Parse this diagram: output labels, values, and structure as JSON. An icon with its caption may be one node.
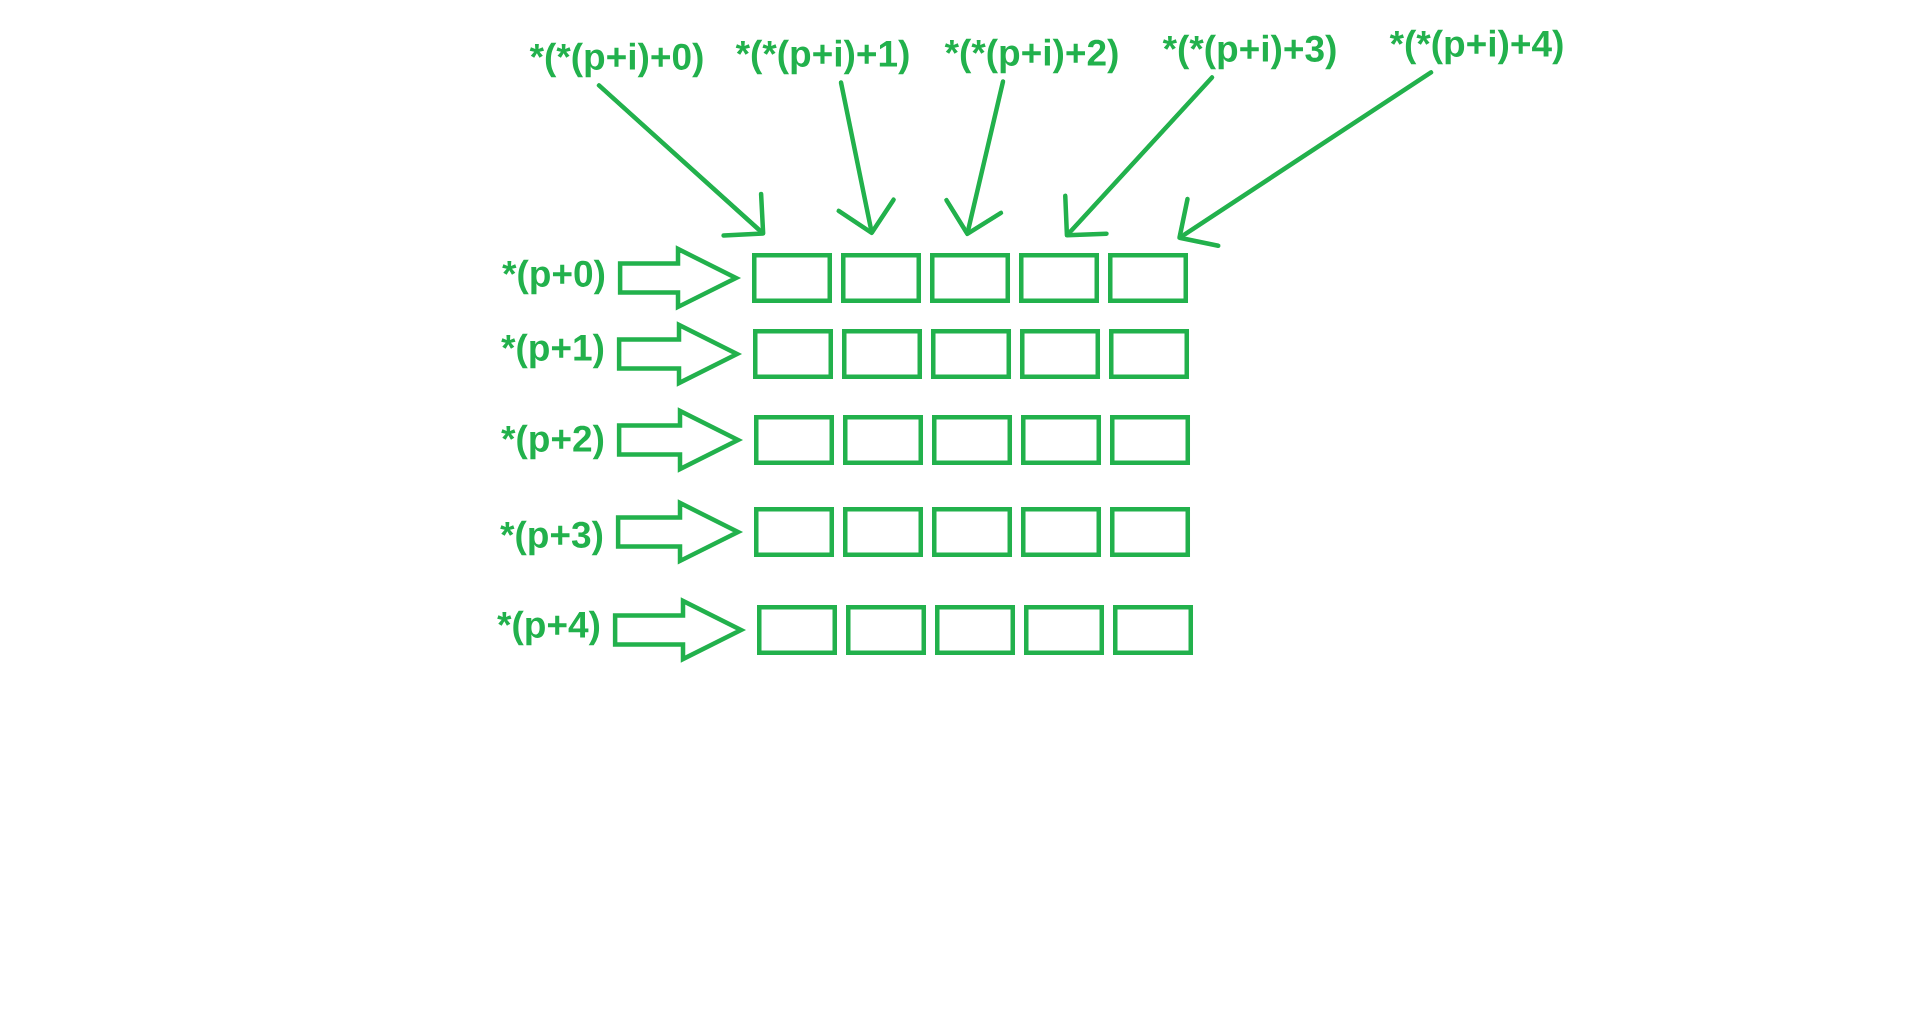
{
  "diagram": {
    "nodes": [
      {
        "text": [
          "*(*(p+i)+0)"
        ]
      },
      {
        "text": [
          "*(*(p+i)+1)"
        ]
      },
      {
        "text": [
          "*(*(p+i)+2)"
        ]
      },
      {
        "text": [
          "*(*(p+i)+3)"
        ]
      },
      {
        "text": [
          "*(*(p+i)+4)"
        ]
      },
      {
        "text": [
          "*(p+0)"
        ]
      },
      {
        "text": [
          "*(p+1)"
        ]
      },
      {
        "text": [
          "*(p+2)"
        ]
      },
      {
        "text": [
          "*(p+3)"
        ]
      },
      {
        "text": [
          "*(p+4)"
        ]
      },
      {
        "text": [],
        "shape": "box"
      },
      {
        "text": [],
        "shape": "box"
      },
      {
        "text": [],
        "shape": "box"
      },
      {
        "text": [],
        "shape": "box"
      },
      {
        "text": [],
        "shape": "box"
      },
      {
        "text": [],
        "shape": "box"
      },
      {
        "text": [],
        "shape": "box"
      },
      {
        "text": [],
        "shape": "box"
      },
      {
        "text": [],
        "shape": "box"
      },
      {
        "text": [],
        "shape": "box"
      },
      {
        "text": [],
        "shape": "box"
      },
      {
        "text": [],
        "shape": "box"
      },
      {
        "text": [],
        "shape": "box"
      },
      {
        "text": [],
        "shape": "box"
      },
      {
        "text": [],
        "shape": "box"
      },
      {
        "text": [],
        "shape": "box"
      },
      {
        "text": [],
        "shape": "box"
      },
      {
        "text": [],
        "shape": "box"
      },
      {
        "text": [],
        "shape": "box"
      },
      {
        "text": [],
        "shape": "box"
      },
      {
        "text": [],
        "shape": "box"
      },
      {
        "text": [],
        "shape": "box"
      },
      {
        "text": [],
        "shape": "box"
      },
      {
        "text": [],
        "shape": "box"
      },
      {
        "text": [],
        "shape": "box"
      }
    ],
    "edges": [
      {
        "from": 0,
        "to": 10,
        "arrow": "to"
      },
      {
        "from": 1,
        "to": 11,
        "arrow": "to"
      },
      {
        "from": 2,
        "to": 12,
        "arrow": "to"
      },
      {
        "from": 3,
        "to": 13,
        "arrow": "to"
      },
      {
        "from": 4,
        "to": 14,
        "arrow": "to"
      },
      {
        "from": 5,
        "to": 10,
        "arrow": "to",
        "style": "thick"
      },
      {
        "from": 6,
        "to": 15,
        "arrow": "to",
        "style": "thick"
      },
      {
        "from": 7,
        "to": 20,
        "arrow": "to",
        "style": "thick"
      },
      {
        "from": 8,
        "to": 25,
        "arrow": "to",
        "style": "thick"
      },
      {
        "from": 9,
        "to": 30,
        "arrow": "to",
        "style": "thick"
      }
    ]
  }
}
